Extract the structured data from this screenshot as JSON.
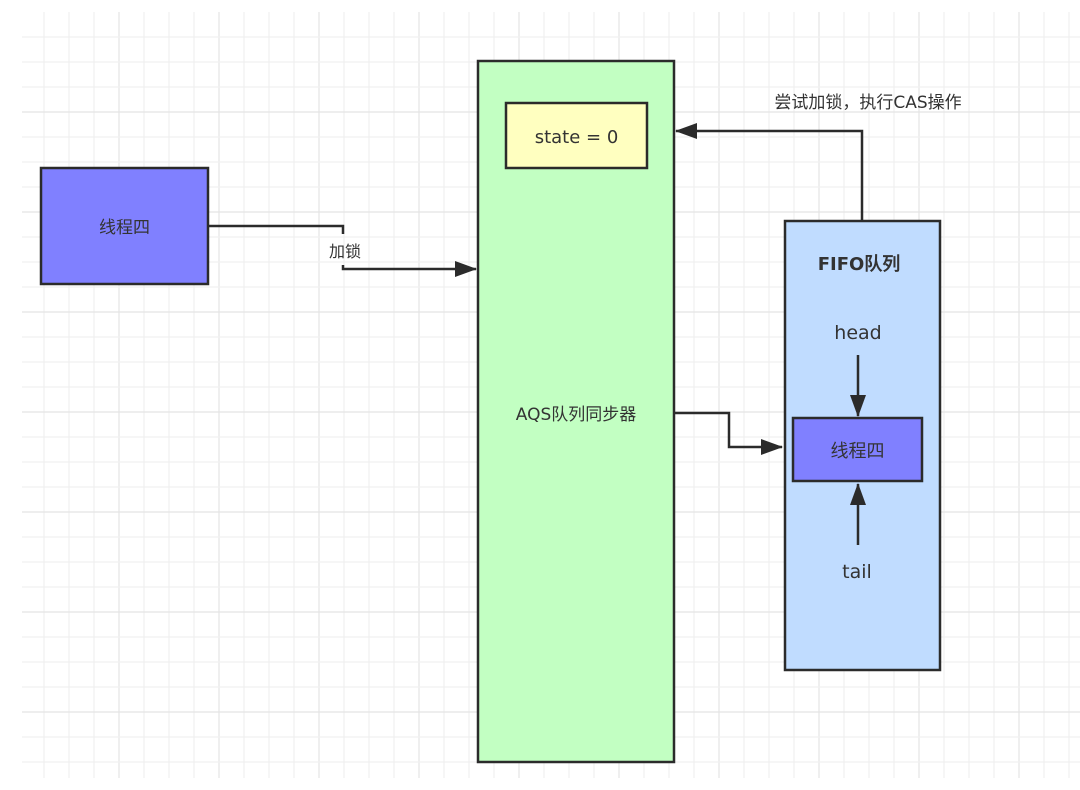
{
  "diagram": {
    "colors": {
      "grid_minor": "#f0f0f0",
      "grid_major": "#e4e4e4",
      "stroke": "#2b2b2b",
      "thread_fill": "#8080ff",
      "aqs_fill": "#c2ffc2",
      "state_fill": "#ffffc0",
      "fifo_fill": "#c0dcff",
      "text": "#333333"
    },
    "nodes": {
      "thread_left": {
        "label": "线程四"
      },
      "aqs": {
        "label": "AQS队列同步器"
      },
      "state": {
        "label": "state = 0"
      },
      "fifo": {
        "label": "FIFO队列"
      },
      "head": {
        "label": "head"
      },
      "thread_queued": {
        "label": "线程四"
      },
      "tail": {
        "label": "tail"
      }
    },
    "edges": {
      "lock": {
        "label": "加锁",
        "from": "thread_left",
        "to": "aqs"
      },
      "cas": {
        "label": "尝试加锁，执行CAS操作",
        "from": "fifo",
        "to": "state"
      },
      "enqueue": {
        "label": "",
        "from": "aqs",
        "to": "thread_queued"
      },
      "head_ptr": {
        "label": "",
        "from": "head",
        "to": "thread_queued"
      },
      "tail_ptr": {
        "label": "",
        "from": "tail",
        "to": "thread_queued"
      }
    }
  }
}
